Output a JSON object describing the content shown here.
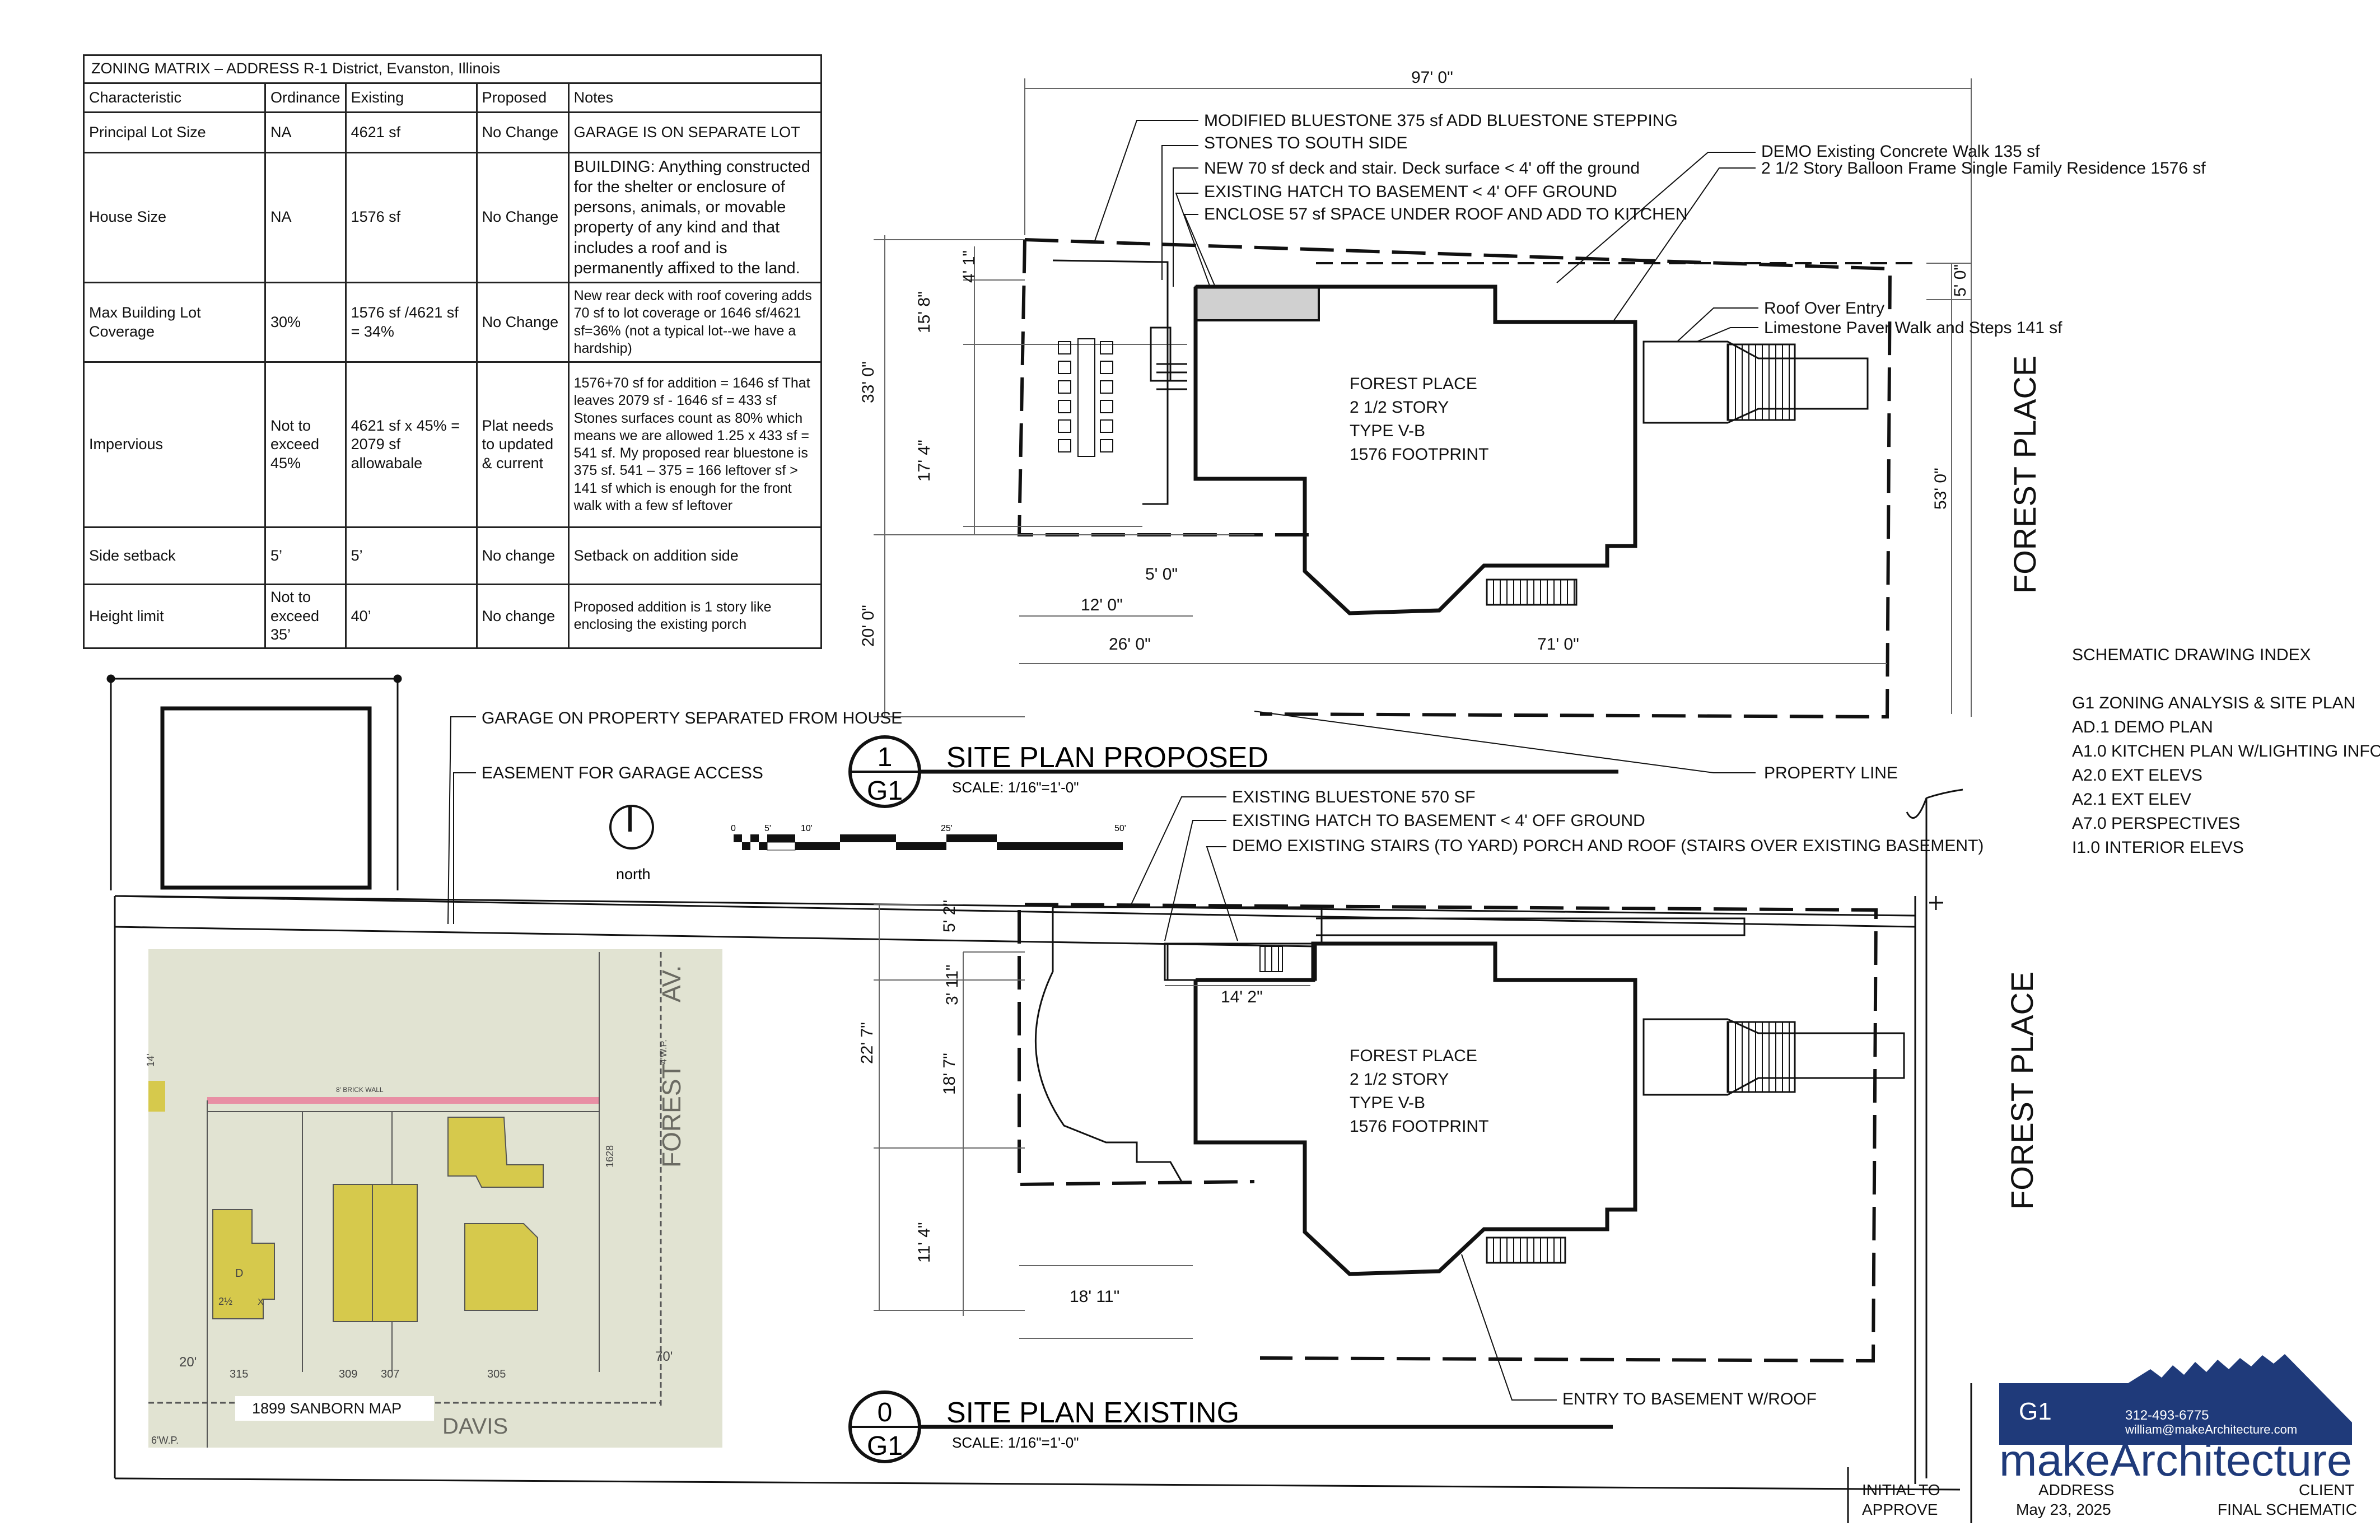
{
  "zoning_matrix": {
    "title": "ZONING MATRIX – ADDRESS  R-1 District, Evanston, Illinois",
    "headers": [
      "Characteristic",
      "Ordinance",
      "Existing",
      "Proposed",
      "Notes"
    ],
    "rows": [
      [
        "Principal Lot Size",
        "NA",
        "4621 sf",
        "No Change",
        "GARAGE IS ON SEPARATE LOT"
      ],
      [
        "House Size",
        "NA",
        "1576 sf",
        "No Change",
        "BUILDING: Anything constructed for the shelter or enclosure of persons, animals, or movable property of any kind and that includes a roof and is permanently affixed to the land."
      ],
      [
        "Max Building Lot Coverage",
        "30%",
        "1576 sf /4621 sf = 34%",
        "No Change",
        "New rear deck with roof covering adds 70 sf to lot coverage or 1646 sf/4621 sf=36% (not a typical lot--we have a hardship)"
      ],
      [
        "Impervious",
        "Not to exceed 45%",
        "4621 sf x 45% = 2079 sf allowabale",
        "Plat needs to updated & current",
        "1576+70 sf for addition = 1646 sf That leaves 2079 sf - 1646 sf = 433 sf Stones surfaces count as 80% which means we are allowed 1.25 x 433 sf = 541 sf. My proposed rear bluestone is 375 sf. 541 – 375 = 166 leftover sf > 141 sf which is enough for the front walk with a few sf leftover"
      ],
      [
        "Side setback",
        "5’",
        "5’",
        "No change",
        "Setback on addition side"
      ],
      [
        "Height limit",
        "Not to exceed 35’",
        "40’",
        "No change",
        " Proposed addition is 1 story like enclosing the existing porch"
      ]
    ]
  },
  "proposed_plan": {
    "dims": {
      "d97": "97' 0\"",
      "d33": "33' 0\"",
      "d15": "15' 8\"",
      "d4": "4' 1\"",
      "d17": "17' 4\"",
      "d20": "20' 0\"",
      "d5a": "5' 0\"",
      "d12": "12' 0\"",
      "d26": "26' 0\"",
      "d71": "71' 0\"",
      "d53": "53' 0\"",
      "d5b": "5' 0\""
    },
    "house_label": [
      "FOREST PLACE",
      "2 1/2 STORY",
      "TYPE V-B",
      "1576 FOOTPRINT"
    ],
    "notes": [
      "MODIFIED BLUESTONE 375 sf ADD BLUESTONE STEPPING",
      "STONES TO SOUTH SIDE",
      "NEW 70 sf deck and stair. Deck surface < 4' off the ground",
      "EXISTING HATCH TO BASEMENT < 4' OFF GROUND",
      "ENCLOSE 57 sf SPACE UNDER ROOF AND ADD TO KITCHEN",
      "DEMO Existing Concrete Walk 135 sf",
      "2 1/2 Story Balloon Frame Single Family Residence 1576 sf",
      "Roof Over Entry",
      "Limestone Paver Walk and Steps 141 sf",
      "PROPERTY LINE"
    ],
    "street": "FOREST PLACE",
    "title_num": "1",
    "title_sheet": "G1",
    "title": "SITE PLAN PROPOSED",
    "scale": "SCALE: 1/16\"=1'-0\""
  },
  "existing_plan": {
    "dims": {
      "d5": "5' 2\"",
      "d3": "3' 11\"",
      "d22": "22' 7\"",
      "d18a": "18' 7\"",
      "d11": "11' 4\"",
      "d14": "14' 2\"",
      "d18b": "18' 11\""
    },
    "house_label": [
      "FOREST PLACE",
      "2 1/2 STORY",
      "TYPE V-B",
      "1576 FOOTPRINT"
    ],
    "notes": [
      "EXISTING BLUESTONE 570 SF",
      "EXISTING HATCH TO BASEMENT < 4' OFF GROUND",
      "DEMO EXISTING STAIRS (TO YARD) PORCH AND ROOF (STAIRS OVER EXISTING BASEMENT)",
      "ENTRY TO BASEMENT W/ROOF"
    ],
    "street": "FOREST PLACE",
    "title_num": "0",
    "title_sheet": "G1",
    "title": "SITE PLAN EXISTING",
    "scale": "SCALE: 1/16\"=1'-0\""
  },
  "garage": {
    "note1": "GARAGE ON PROPERTY SEPARATED FROM HOUSE",
    "note2": "EASEMENT FOR GARAGE ACCESS"
  },
  "north_label": "north",
  "scale_bar": [
    "0",
    "5'",
    "10'",
    "25'",
    "50'"
  ],
  "sanborn": {
    "label": "1899 SANBORN MAP",
    "street_forest": "FOREST",
    "street_av": "AV.",
    "street_davis": "DAVIS",
    "wall": "8' BRICK WALL",
    "lots": [
      "315",
      "309",
      "307",
      "305"
    ],
    "marks": [
      "1628",
      "20'",
      "70'",
      "6'W.P.",
      "14'",
      "2½",
      "D",
      "X",
      "4'W.P."
    ]
  },
  "drawing_index": {
    "title": "SCHEMATIC DRAWING INDEX",
    "items": [
      "G1 ZONING ANALYSIS & SITE PLAN",
      "AD.1 DEMO PLAN",
      "A1.0 KITCHEN PLAN W/LIGHTING INFO",
      "A2.0 EXT ELEVS",
      "A2.1 EXT ELEV",
      "A7.0 PERSPECTIVES",
      "I1.0 INTERIOR ELEVS"
    ]
  },
  "title_block": {
    "sheet": "G1",
    "phone": "312-493-6775",
    "email": "william@makeArchitecture.com",
    "logo": "makeArchitecture",
    "address": "ADDRESS",
    "client": "CLIENT",
    "date": "May 23, 2025",
    "phase": "FINAL SCHEMATIC",
    "initial_line1": "INITIAL TO",
    "initial_line2": "APPROVE",
    "brand_color": "#1f3a7a"
  }
}
